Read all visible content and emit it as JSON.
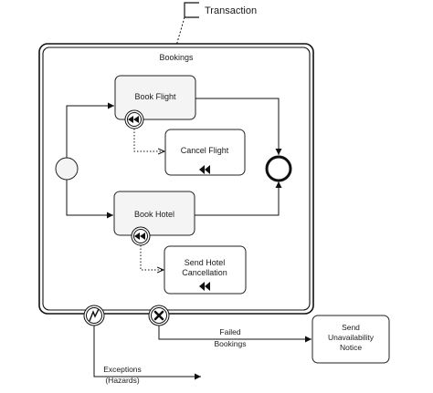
{
  "annotation": {
    "text": "Transaction"
  },
  "subprocess": {
    "label": "Bookings"
  },
  "tasks": {
    "book_flight": "Book Flight",
    "cancel_flight": "Cancel Flight",
    "book_hotel": "Book Hotel",
    "send_hotel_cancellation": [
      "Send Hotel",
      "Cancellation"
    ],
    "send_unavailability_notice": [
      "Send",
      "Unavailability",
      "Notice"
    ]
  },
  "flows": {
    "failed_bookings": [
      "Failed",
      "Bookings"
    ],
    "exceptions": [
      "Exceptions",
      "(Hazards)"
    ]
  }
}
